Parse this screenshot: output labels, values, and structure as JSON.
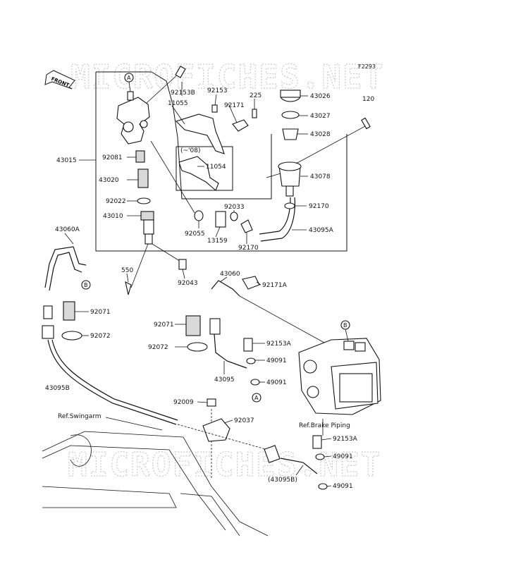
{
  "figure_code": "F2293",
  "front_label": "FRONT",
  "watermark": "MICROFICHES.NET",
  "callouts": [
    "A",
    "B"
  ],
  "ref_labels": {
    "swingarm": "Ref.Swingarm",
    "brake_piping": "Ref.Brake Piping"
  },
  "year_note": "(~'08)",
  "parts": {
    "p92153B": "92153B",
    "p92153": "92153",
    "p225": "225",
    "p43026": "43026",
    "p120": "120",
    "p11055": "11055",
    "p92171": "92171",
    "p43027": "43027",
    "p43028": "43028",
    "p43015": "43015",
    "p92081": "92081",
    "p11054": "11054",
    "p43078": "43078",
    "p43020": "43020",
    "p92022": "92022",
    "p92033": "92033",
    "p92170a": "92170",
    "p43010": "43010",
    "p92055": "92055",
    "p43095A": "43095A",
    "p43060A": "43060A",
    "p13159": "13159",
    "p92170b": "92170",
    "p550": "550",
    "p92043": "92043",
    "p43060": "43060",
    "p92171A": "92171A",
    "p92071a": "92071",
    "p92072a": "92072",
    "p92071b": "92071",
    "p92153Aa": "92153A",
    "p92072b": "92072",
    "p49091a": "49091",
    "p43095": "43095",
    "p49091b": "49091",
    "p43095B": "43095B",
    "p92009": "92009",
    "p92037": "92037",
    "p92153Ab": "92153A",
    "p49091c": "49091",
    "p43095Bp": "(43095B)",
    "p49091d": "49091"
  }
}
